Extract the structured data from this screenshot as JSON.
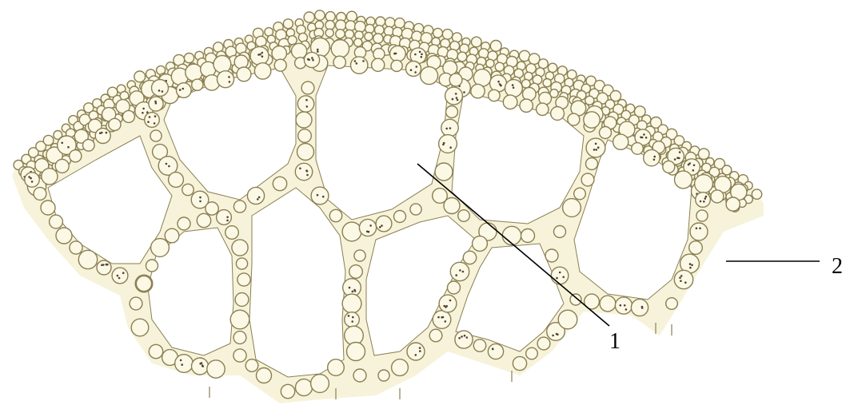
{
  "figure": {
    "labels": [
      {
        "id": "label-1",
        "text": "1"
      },
      {
        "id": "label-2",
        "text": "2"
      }
    ]
  },
  "colors": {
    "background": "#ffffff",
    "tissue_fill": "#f7f3da",
    "cell_fill": "#fbf8e6",
    "cell_stroke": "#8a7f52",
    "cell_dark": "#4d4430",
    "cavity_fill": "#ffffff",
    "leader_line": "#000000"
  }
}
